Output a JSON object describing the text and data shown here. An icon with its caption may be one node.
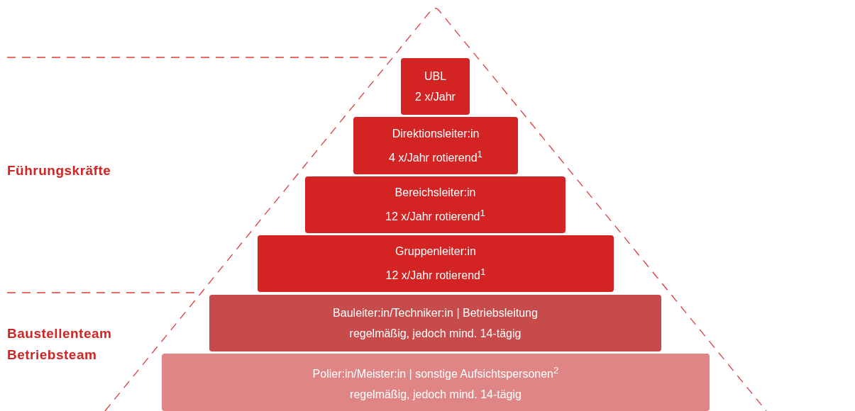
{
  "diagram": {
    "nodes": [
      {
        "text": [
          "UBL",
          "2 x/Jahr"
        ]
      },
      {
        "text": [
          "Direktionsleiter:in",
          "4 x/Jahr rotierend$^{1}$"
        ]
      },
      {
        "text": [
          "Bereichsleiter:in",
          "12 x/Jahr rotierend$^{1}$"
        ]
      },
      {
        "text": [
          "Gruppenleiter:in",
          "12 x/Jahr rotierend$^{1}$"
        ]
      },
      {
        "text": [
          "Bauleiter:in/Techniker:in | Betriebsleitung",
          "regelmäßig, jedoch mind. 14-tägig"
        ]
      },
      {
        "text": [
          "Polier:in/Meister:in | sonstige Aufsichtspersonen$^{2}$",
          "regelmäßig, jedoch mind. 14-tägig"
        ]
      }
    ],
    "edges": [],
    "labels": [
      "Führungskräfte",
      "Baustellenteam Betriebsteam"
    ]
  }
}
